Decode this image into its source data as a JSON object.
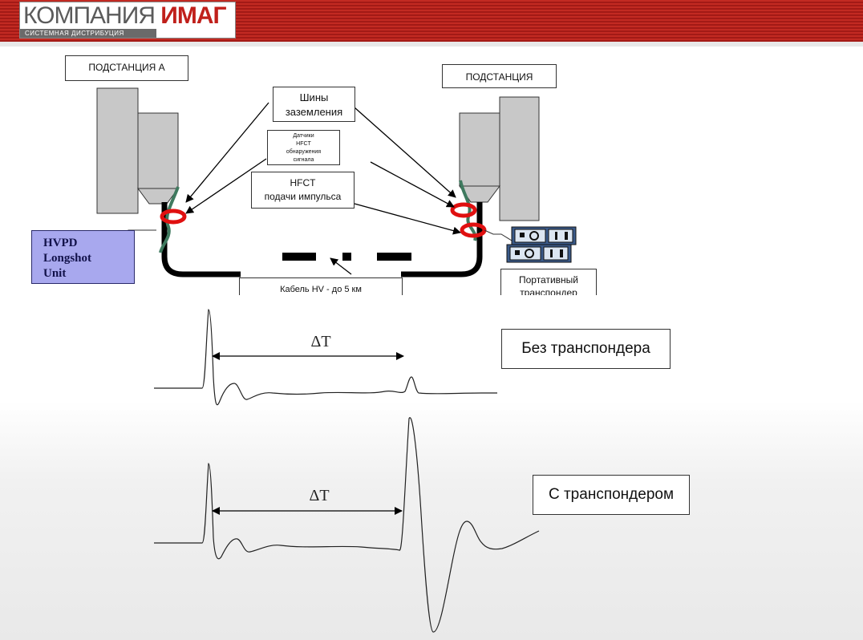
{
  "header": {
    "logo_main_a": "КОМПАНИЯ ",
    "logo_main_b": "ИМАГ",
    "logo_sub": "СИСТЕМНАЯ ДИСТРИБУЦИЯ"
  },
  "diagram": {
    "substation_a": "ПОДСТАНЦИЯ А",
    "substation_b": "ПОДСТАНЦИЯ",
    "ground_bars_1": "Шины",
    "ground_bars_2": "заземления",
    "sensor_1": "Датчики",
    "sensor_2": "HFCT",
    "sensor_3": "обнаружения",
    "sensor_4": "сигнала",
    "pulse_1": "HFCT",
    "pulse_2": "подачи импульса",
    "hvpd_1": "HVPD",
    "hvpd_2": "Longshot",
    "hvpd_3": "Unit",
    "cable": "Кабель HV - до 5 км",
    "portable_1": "Портативный",
    "portable_2": "транспондер"
  },
  "waveforms": {
    "delta_t_top": "ΔT",
    "delta_t_bottom": "ΔT",
    "without": "Без транспондера",
    "with": "С транспондером"
  }
}
